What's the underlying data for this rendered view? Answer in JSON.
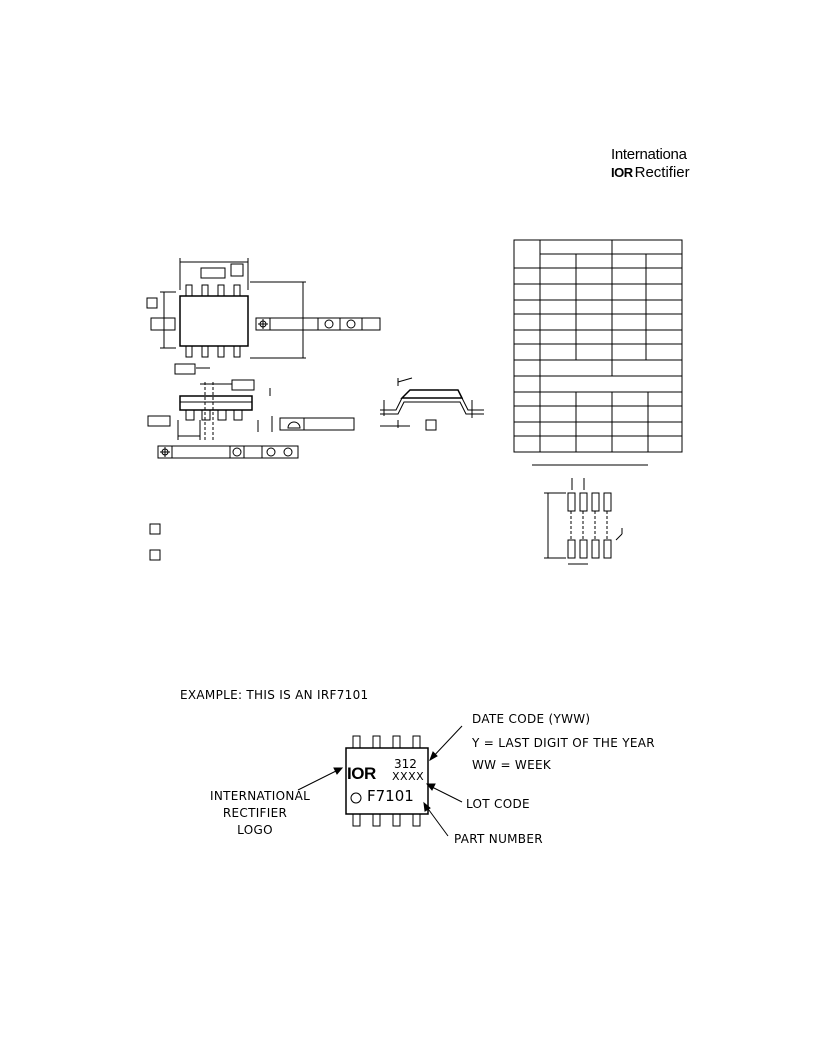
{
  "brand": {
    "line1": "Internationa",
    "logo_mark": "IOR",
    "line2": "Rectifier"
  },
  "marking": {
    "example": "EXAMPLE:  THIS IS AN IRF7101",
    "date_code": "DATE CODE (YWW)",
    "year_desc": "Y  =  LAST DIGIT OF THE YEAR",
    "week_desc": "WW  =  WEEK",
    "logo_label_1": "INTERNATIONAL",
    "logo_label_2": "RECTIFIER",
    "logo_label_3": "LOGO",
    "lot_code": "LOT CODE",
    "part_number": "PART NUMBER",
    "chip_date": "312",
    "chip_lot": "XXXX",
    "chip_part": "F7101",
    "chip_logo": "IOR"
  }
}
